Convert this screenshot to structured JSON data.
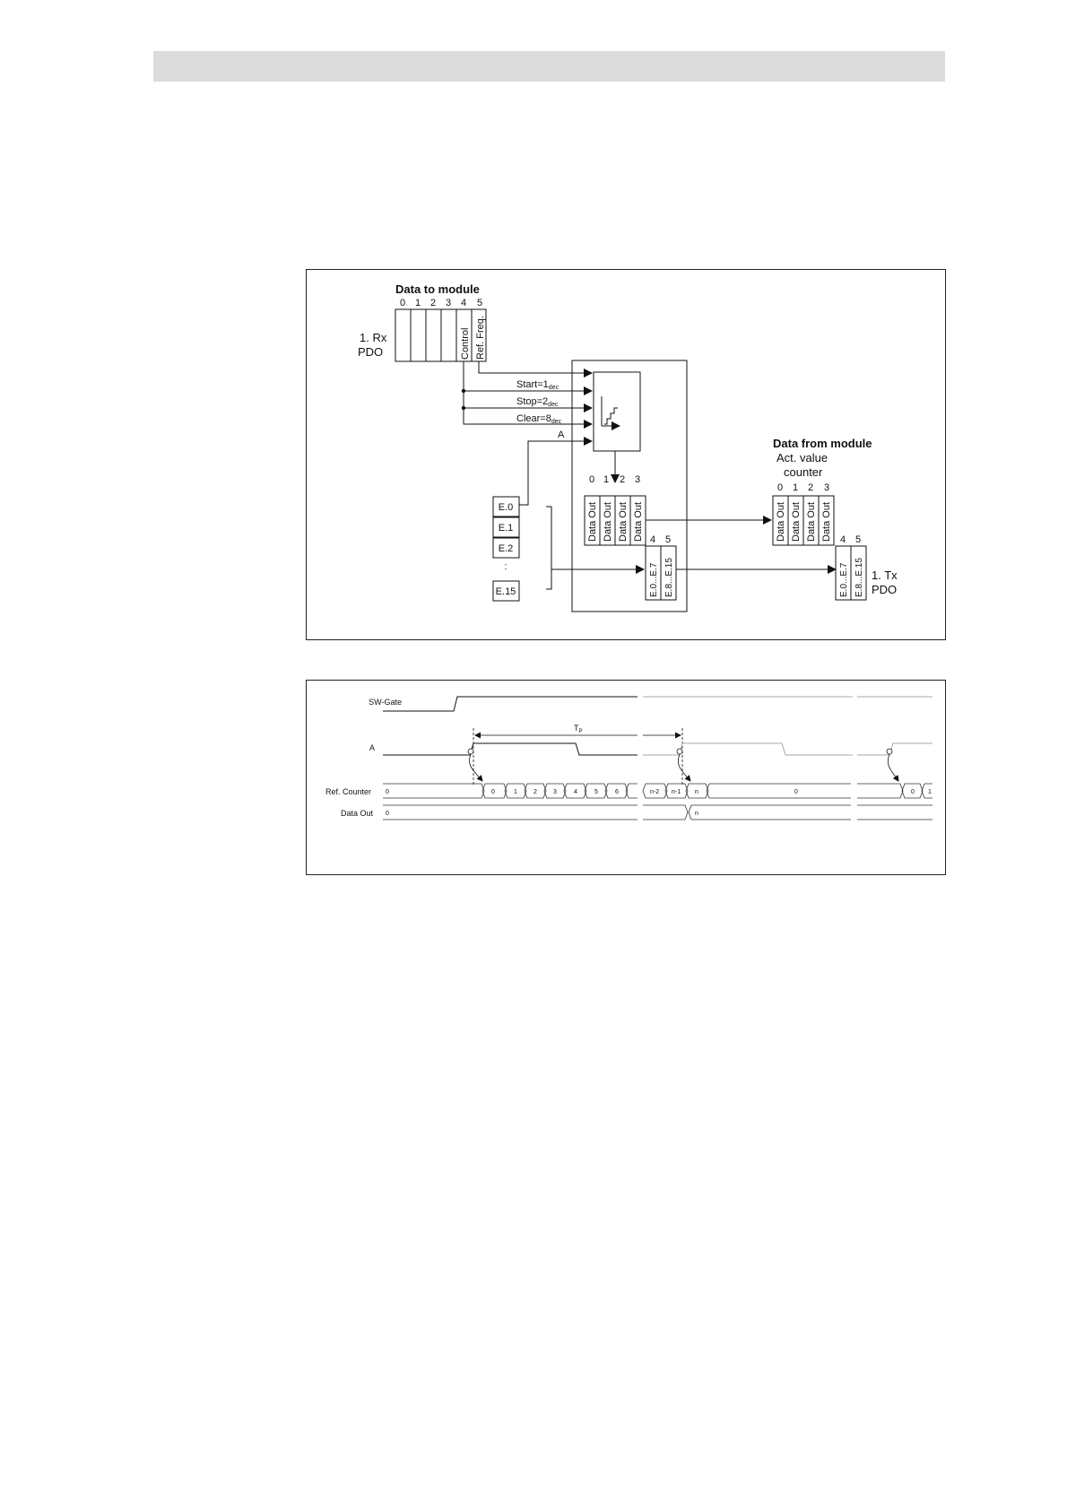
{
  "block_diagram": {
    "data_to_module": {
      "title": "Data to module",
      "byte_numbers": [
        "0",
        "1",
        "2",
        "3",
        "4",
        "5"
      ],
      "rx_label_1": "1. Rx",
      "rx_label_2": "PDO",
      "control_label": "Control",
      "ref_freq_label": "Ref. Freq."
    },
    "signals": {
      "start": "Start=1",
      "stop": "Stop=2",
      "clear": "Clear=8",
      "dec": "dec",
      "a": "A"
    },
    "inputs": [
      "E.0",
      "E.1",
      "E.2",
      ":",
      "E.15"
    ],
    "inner_bytes": {
      "numbers": [
        "0",
        "1",
        "2",
        "3"
      ],
      "data_out": "Data Out",
      "numbers_45": [
        "4",
        "5"
      ],
      "e0_e7": "E.0...E.7",
      "e8_e15": "E.8...E.15"
    },
    "data_from_module": {
      "title": "Data from module",
      "act_value_1": "Act. value",
      "act_value_2": "counter",
      "numbers": [
        "0",
        "1",
        "2",
        "3"
      ],
      "data_out": "Data Out",
      "numbers_45": [
        "4",
        "5"
      ],
      "e0_e7": "E.0...E.7",
      "e8_e15": "E.8...E.15",
      "tx_label_1": "1. Tx",
      "tx_label_2": "PDO"
    }
  },
  "timing_diagram": {
    "signals": [
      "SW-Gate",
      "A",
      "Ref. Counter",
      "Data Out"
    ],
    "period_label": "T",
    "period_sub": "P",
    "ref_counter_values": [
      "0",
      "0",
      "1",
      "2",
      "3",
      "4",
      "5",
      "6",
      "n-2",
      "n-1",
      "n",
      "0",
      "0",
      "1"
    ],
    "data_out_values": [
      "0",
      "n"
    ]
  }
}
